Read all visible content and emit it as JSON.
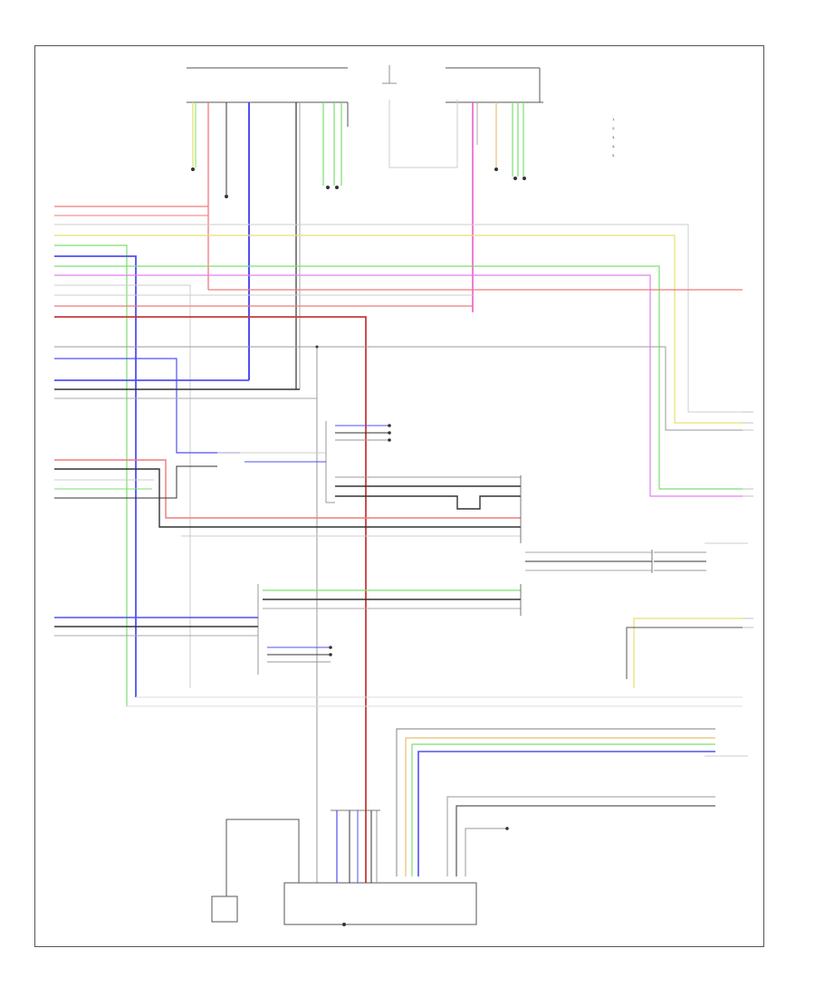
{
  "diagram": {
    "page_code": "",
    "legend": [
      "1. ",
      "2. ",
      "3. ",
      "4. ",
      "5. "
    ],
    "wire_colors": {
      "red": "#f07a7a",
      "pink": "#f050c8",
      "yellow": "#e8e070",
      "green": "#7ae070",
      "blue": "#5050f0",
      "black": "#333333",
      "gray": "#b0b0b0",
      "darkred": "#c83a3a",
      "violet": "#e080f0"
    }
  }
}
